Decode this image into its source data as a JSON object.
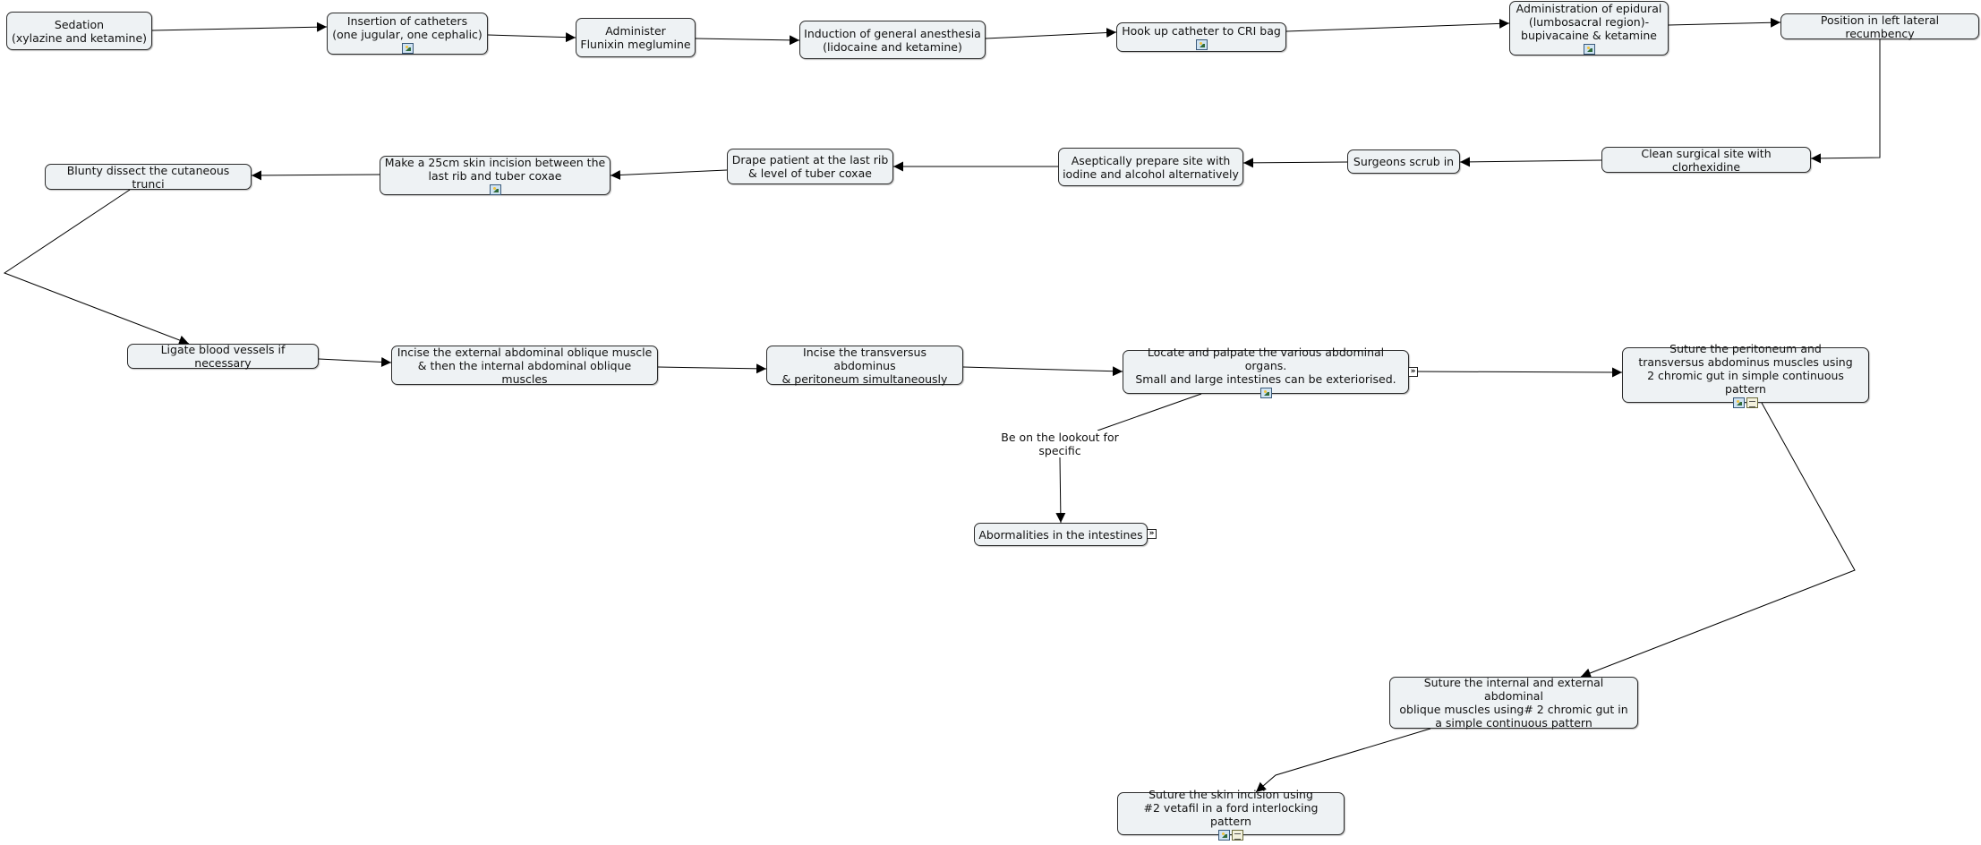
{
  "nodes": [
    {
      "id": "sedation",
      "text": "Sedation\n(xylazine and ketamine)",
      "icons": []
    },
    {
      "id": "catheters",
      "text": "Insertion of catheters\n(one jugular, one cephalic)",
      "icons": [
        "image"
      ]
    },
    {
      "id": "flunixin",
      "text": "Administer\nFlunixin meglumine",
      "icons": []
    },
    {
      "id": "induction",
      "text": "Induction of general anesthesia\n(lidocaine and ketamine)",
      "icons": []
    },
    {
      "id": "cri",
      "text": "Hook up catheter to CRI bag",
      "icons": [
        "image"
      ]
    },
    {
      "id": "epidural",
      "text": "Administration of epidural\n(lumbosacral region)-\nbupivacaine & ketamine",
      "icons": [
        "image"
      ]
    },
    {
      "id": "position",
      "text": "Position in left lateral recumbency",
      "icons": []
    },
    {
      "id": "clean",
      "text": "Clean surgical site with clorhexidine",
      "icons": []
    },
    {
      "id": "scrub",
      "text": "Surgeons scrub in",
      "icons": []
    },
    {
      "id": "aseptic",
      "text": "Aseptically prepare site with\niodine and alcohol alternatively",
      "icons": []
    },
    {
      "id": "drape",
      "text": "Drape patient at the last rib\n& level of tuber coxae",
      "icons": []
    },
    {
      "id": "incision",
      "text": "Make a 25cm skin incision between the\nlast rib and tuber coxae",
      "icons": [
        "image"
      ]
    },
    {
      "id": "blunt",
      "text": "Blunty dissect the cutaneous trunci",
      "icons": []
    },
    {
      "id": "ligate",
      "text": "Ligate blood vessels if necessary",
      "icons": []
    },
    {
      "id": "oblique",
      "text": "Incise the external abdominal oblique muscle\n& then the internal abdominal oblique muscles",
      "icons": []
    },
    {
      "id": "transversus",
      "text": "Incise the transversus abdominus\n& peritoneum simultaneously",
      "icons": []
    },
    {
      "id": "palpate",
      "text": "Locate and palpate the various abdominal organs.\nSmall and large intestines can be exteriorised.",
      "icons": [
        "image"
      ],
      "expand": true
    },
    {
      "id": "peritoneum",
      "text": "Suture the peritoneum and\ntransversus abdominus muscles using\n2 chromic gut in simple continuous pattern",
      "icons": [
        "image",
        "doc"
      ]
    },
    {
      "id": "abnormal",
      "text": "Abormalities in the intestines",
      "icons": [],
      "expand": true
    },
    {
      "id": "suture_oblique",
      "text": "Suture the internal and external abdominal\noblique muscles using# 2 chromic gut in\na simple continuous pattern",
      "icons": []
    },
    {
      "id": "skin",
      "text": "Suture the skin incision using\n#2 vetafil in a ford interlocking pattern",
      "icons": [
        "image",
        "doc"
      ]
    }
  ],
  "link_labels": [
    {
      "id": "lookout",
      "text": "Be on the lookout for\nspecific"
    }
  ],
  "colors": {
    "node_fill": "#eef2f4",
    "node_border": "#2b2b2b",
    "link": "#000000"
  }
}
